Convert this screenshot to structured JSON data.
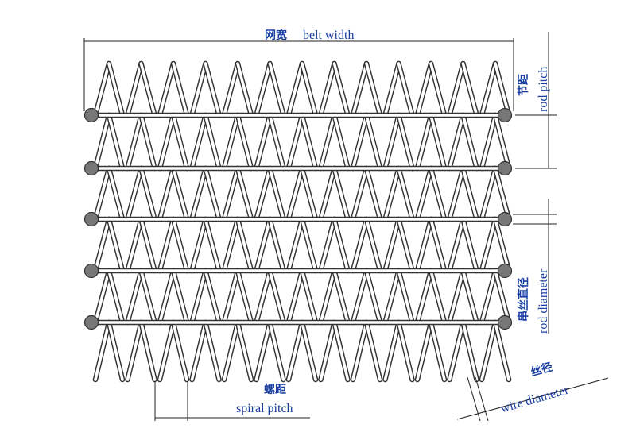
{
  "labels": {
    "belt_width_zh": "网宽",
    "belt_width_en": "belt width",
    "rod_pitch_zh": "节距",
    "rod_pitch_en": "rod pitch",
    "rod_diameter_zh": "串丝直径",
    "rod_diameter_en": "rod diameter",
    "spiral_pitch_zh": "螺距",
    "spiral_pitch_en": "spiral pitch",
    "wire_diameter_zh": "丝径",
    "wire_diameter_en": "wire diameter"
  },
  "colors": {
    "line": "#333333",
    "label": "#1a3fa0",
    "rod_end_fill": "#777777"
  }
}
